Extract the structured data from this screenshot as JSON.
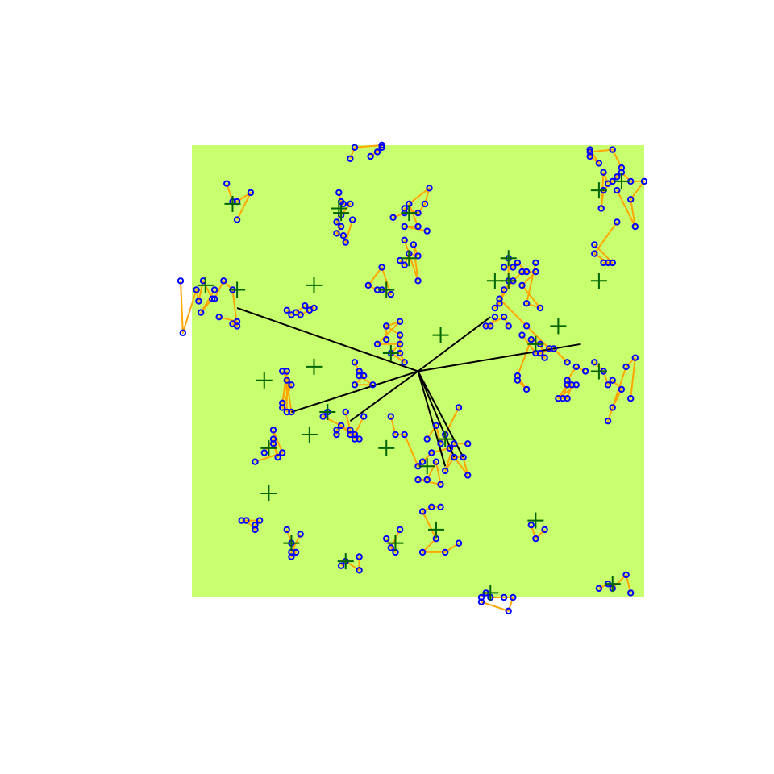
{
  "colors": {
    "background": "#ffffff",
    "window": "#c8ff6e",
    "path": "#ffa500",
    "point": "#0000ff",
    "parent_cross": "#006400",
    "spoke": "#000000"
  },
  "chart_data": {
    "type": "scatter",
    "title": "",
    "xlabel": "",
    "ylabel": "",
    "window_label": "",
    "xlim": [
      0,
      1
    ],
    "ylim": [
      0,
      1
    ],
    "axes_shown": false,
    "grid": false,
    "legend": "none",
    "hub": [
      0.5,
      0.5
    ],
    "clusters": [
      {
        "parent": [
          0.09,
          0.87
        ],
        "points": [
          [
            0.077,
            0.915
          ],
          [
            0.09,
            0.875
          ],
          [
            0.1,
            0.875
          ],
          [
            0.13,
            0.895
          ],
          [
            0.1,
            0.835
          ]
        ]
      },
      {
        "parent": [
          0.325,
          0.86
        ],
        "points": [
          [
            0.35,
            0.97
          ],
          [
            0.36,
            0.995
          ],
          [
            0.42,
            1.0
          ],
          [
            0.41,
            0.985
          ],
          [
            0.42,
            0.995
          ],
          [
            0.395,
            0.975
          ]
        ]
      },
      {
        "parent": [
          0.33,
          0.85
        ],
        "points": [
          [
            0.325,
            0.895
          ],
          [
            0.33,
            0.875
          ],
          [
            0.335,
            0.87
          ],
          [
            0.35,
            0.87
          ],
          [
            0.33,
            0.845
          ],
          [
            0.32,
            0.83
          ],
          [
            0.33,
            0.82
          ],
          [
            0.32,
            0.805
          ],
          [
            0.335,
            0.8
          ],
          [
            0.34,
            0.785
          ],
          [
            0.355,
            0.835
          ]
        ]
      },
      {
        "parent": [
          0.48,
          0.85
        ],
        "points": [
          [
            0.445,
            0.84
          ],
          [
            0.47,
            0.85
          ],
          [
            0.47,
            0.86
          ],
          [
            0.5,
            0.85
          ],
          [
            0.515,
            0.87
          ],
          [
            0.525,
            0.905
          ],
          [
            0.48,
            0.87
          ],
          [
            0.5,
            0.82
          ],
          [
            0.47,
            0.82
          ],
          [
            0.52,
            0.81
          ]
        ]
      },
      {
        "parent": [
          0.48,
          0.75
        ],
        "points": [
          [
            0.46,
            0.745
          ],
          [
            0.47,
            0.735
          ],
          [
            0.48,
            0.76
          ],
          [
            0.5,
            0.755
          ],
          [
            0.49,
            0.78
          ],
          [
            0.5,
            0.7
          ],
          [
            0.47,
            0.79
          ]
        ]
      },
      {
        "parent": [
          0.43,
          0.68
        ],
        "points": [
          [
            0.42,
            0.68
          ],
          [
            0.44,
            0.67
          ],
          [
            0.42,
            0.73
          ],
          [
            0.39,
            0.69
          ],
          [
            0.41,
            0.68
          ]
        ]
      },
      {
        "parent": [
          0.44,
          0.54
        ],
        "points": [
          [
            0.43,
            0.57
          ],
          [
            0.43,
            0.6
          ],
          [
            0.46,
            0.58
          ],
          [
            0.46,
            0.54
          ],
          [
            0.47,
            0.52
          ],
          [
            0.44,
            0.54
          ],
          [
            0.46,
            0.56
          ],
          [
            0.41,
            0.56
          ],
          [
            0.46,
            0.61
          ],
          [
            0.43,
            0.6
          ]
        ]
      },
      {
        "parent": [
          0.27,
          0.51
        ],
        "points": [
          [
            0.36,
            0.52
          ],
          [
            0.37,
            0.5
          ],
          [
            0.38,
            0.49
          ],
          [
            0.36,
            0.47
          ],
          [
            0.4,
            0.47
          ],
          [
            0.37,
            0.49
          ]
        ]
      },
      {
        "parent": [
          0.26,
          0.36
        ],
        "points": [
          [
            0.34,
            0.41
          ],
          [
            0.35,
            0.37
          ],
          [
            0.35,
            0.36
          ],
          [
            0.37,
            0.35
          ],
          [
            0.36,
            0.35
          ],
          [
            0.33,
            0.38
          ],
          [
            0.32,
            0.37
          ],
          [
            0.32,
            0.36
          ]
        ]
      },
      {
        "parent": [
          0.3,
          0.41
        ],
        "points": [
          [
            0.3,
            0.41
          ],
          [
            0.29,
            0.4
          ],
          [
            0.33,
            0.38
          ],
          [
            0.36,
            0.36
          ],
          [
            0.38,
            0.4
          ]
        ]
      },
      {
        "parent": [
          0.16,
          0.48
        ],
        "points": [
          [
            0.2,
            0.5
          ],
          [
            0.22,
            0.47
          ],
          [
            0.2,
            0.42
          ],
          [
            0.22,
            0.41
          ],
          [
            0.21,
            0.48
          ],
          [
            0.2,
            0.43
          ],
          [
            0.21,
            0.5
          ],
          [
            0.21,
            0.41
          ]
        ]
      },
      {
        "parent": [
          0.27,
          0.69
        ],
        "points": [
          [
            0.23,
            0.63
          ],
          [
            0.25,
            0.645
          ],
          [
            0.27,
            0.64
          ],
          [
            0.26,
            0.635
          ],
          [
            0.24,
            0.625
          ],
          [
            0.22,
            0.625
          ],
          [
            0.21,
            0.635
          ]
        ]
      },
      {
        "parent": [
          0.1,
          0.68
        ],
        "points": [
          [
            0.05,
            0.66
          ],
          [
            0.07,
            0.7
          ],
          [
            0.09,
            0.68
          ],
          [
            0.1,
            0.6
          ],
          [
            0.09,
            0.605
          ],
          [
            0.1,
            0.61
          ],
          [
            0.06,
            0.62
          ]
        ]
      },
      {
        "parent": [
          0.03,
          0.69
        ],
        "points": [
          [
            -0.025,
            0.7
          ],
          [
            -0.02,
            0.585
          ],
          [
            0.01,
            0.68
          ],
          [
            0.015,
            0.655
          ],
          [
            0.025,
            0.7
          ],
          [
            0.045,
            0.66
          ],
          [
            0.02,
            0.63
          ],
          [
            0.05,
            0.68
          ]
        ]
      },
      {
        "parent": [
          0.43,
          0.33
        ],
        "points": [
          [
            0.44,
            0.4
          ],
          [
            0.45,
            0.36
          ],
          [
            0.47,
            0.36
          ],
          [
            0.5,
            0.29
          ],
          [
            0.51,
            0.3
          ],
          [
            0.53,
            0.32
          ],
          [
            0.57,
            0.33
          ],
          [
            0.56,
            0.36
          ],
          [
            0.59,
            0.42
          ],
          [
            0.55,
            0.34
          ],
          [
            0.54,
            0.38
          ],
          [
            0.52,
            0.35
          ]
        ]
      },
      {
        "parent": [
          0.56,
          0.35
        ],
        "points": [
          [
            0.58,
            0.31
          ],
          [
            0.61,
            0.27
          ],
          [
            0.6,
            0.31
          ],
          [
            0.58,
            0.31
          ],
          [
            0.56,
            0.28
          ],
          [
            0.58,
            0.34
          ],
          [
            0.61,
            0.34
          ]
        ]
      },
      {
        "parent": [
          0.52,
          0.29
        ],
        "points": [
          [
            0.52,
            0.26
          ],
          [
            0.54,
            0.3
          ],
          [
            0.55,
            0.25
          ],
          [
            0.5,
            0.26
          ],
          [
            0.52,
            0.26
          ]
        ]
      },
      {
        "parent": [
          0.55,
          0.58
        ],
        "points": [
          [
            0.67,
            0.62
          ],
          [
            0.66,
            0.6
          ],
          [
            0.65,
            0.6
          ],
          [
            0.69,
            0.62
          ],
          [
            0.7,
            0.6
          ]
        ]
      },
      {
        "parent": [
          0.67,
          0.7
        ],
        "points": [
          [
            0.7,
            0.75
          ],
          [
            0.7,
            0.7
          ],
          [
            0.71,
            0.7
          ],
          [
            0.67,
            0.64
          ],
          [
            0.68,
            0.65
          ],
          [
            0.69,
            0.68
          ],
          [
            0.73,
            0.72
          ],
          [
            0.76,
            0.72
          ],
          [
            0.73,
            0.69
          ],
          [
            0.77,
            0.64
          ],
          [
            0.74,
            0.65
          ],
          [
            0.76,
            0.74
          ]
        ]
      },
      {
        "parent": [
          0.7,
          0.7
        ],
        "points": [
          [
            0.68,
            0.66
          ],
          [
            0.74,
            0.6
          ],
          [
            0.79,
            0.55
          ],
          [
            0.77,
            0.54
          ],
          [
            0.8,
            0.55
          ],
          [
            0.83,
            0.52
          ]
        ]
      },
      {
        "parent": [
          0.7,
          0.75
        ],
        "points": [
          [
            0.69,
            0.73
          ],
          [
            0.71,
            0.73
          ],
          [
            0.72,
            0.74
          ],
          [
            0.74,
            0.72
          ]
        ]
      },
      {
        "parent": [
          0.9,
          0.9
        ],
        "points": [
          [
            0.92,
            0.915
          ],
          [
            0.91,
            0.94
          ],
          [
            0.905,
            0.86
          ],
          [
            0.91,
            0.9
          ],
          [
            0.94,
            0.93
          ],
          [
            0.93,
            0.92
          ],
          [
            0.95,
            0.95
          ],
          [
            0.93,
            0.99
          ],
          [
            0.88,
            0.985
          ],
          [
            0.88,
            0.975
          ],
          [
            0.9,
            0.96
          ],
          [
            0.88,
            0.99
          ]
        ]
      },
      {
        "parent": [
          0.95,
          0.92
        ],
        "points": [
          [
            0.95,
            0.94
          ],
          [
            0.97,
            0.92
          ],
          [
            1.0,
            0.92
          ],
          [
            0.97,
            0.88
          ],
          [
            0.98,
            0.82
          ],
          [
            0.94,
            0.9
          ]
        ]
      },
      {
        "parent": [
          0.9,
          0.7
        ],
        "points": [
          [
            0.94,
            0.83
          ],
          [
            0.89,
            0.76
          ],
          [
            0.92,
            0.74
          ],
          [
            0.91,
            0.74
          ],
          [
            0.93,
            0.74
          ],
          [
            0.93,
            0.74
          ],
          [
            0.89,
            0.78
          ]
        ]
      },
      {
        "parent": [
          0.81,
          0.6
        ],
        "points": [
          [
            0.87,
            0.5
          ],
          [
            0.85,
            0.51
          ],
          [
            0.83,
            0.48
          ],
          [
            0.84,
            0.47
          ],
          [
            0.83,
            0.44
          ],
          [
            0.82,
            0.44
          ],
          [
            0.83,
            0.47
          ],
          [
            0.81,
            0.44
          ],
          [
            0.85,
            0.47
          ]
        ]
      },
      {
        "parent": [
          0.9,
          0.5
        ],
        "points": [
          [
            0.89,
            0.52
          ],
          [
            0.91,
            0.5
          ],
          [
            0.92,
            0.47
          ],
          [
            0.93,
            0.48
          ],
          [
            0.95,
            0.46
          ],
          [
            0.93,
            0.42
          ],
          [
            0.92,
            0.39
          ],
          [
            0.96,
            0.51
          ],
          [
            0.98,
            0.53
          ],
          [
            0.97,
            0.44
          ]
        ]
      },
      {
        "parent": [
          0.76,
          0.56
        ],
        "points": [
          [
            0.73,
            0.58
          ],
          [
            0.76,
            0.54
          ],
          [
            0.78,
            0.53
          ],
          [
            0.77,
            0.56
          ],
          [
            0.75,
            0.57
          ],
          [
            0.72,
            0.49
          ],
          [
            0.74,
            0.46
          ],
          [
            0.72,
            0.48
          ]
        ]
      },
      {
        "parent": [
          0.76,
          0.17
        ],
        "points": [
          [
            0.75,
            0.16
          ],
          [
            0.76,
            0.13
          ],
          [
            0.78,
            0.15
          ]
        ]
      },
      {
        "parent": [
          0.54,
          0.15
        ],
        "points": [
          [
            0.55,
            0.2
          ],
          [
            0.53,
            0.2
          ],
          [
            0.51,
            0.19
          ],
          [
            0.54,
            0.13
          ],
          [
            0.51,
            0.1
          ],
          [
            0.56,
            0.1
          ],
          [
            0.59,
            0.12
          ]
        ]
      },
      {
        "parent": [
          0.45,
          0.12
        ],
        "points": [
          [
            0.43,
            0.13
          ],
          [
            0.45,
            0.1
          ],
          [
            0.44,
            0.11
          ],
          [
            0.46,
            0.15
          ]
        ]
      },
      {
        "parent": [
          0.34,
          0.08
        ],
        "points": [
          [
            0.33,
            0.07
          ],
          [
            0.34,
            0.08
          ],
          [
            0.37,
            0.06
          ],
          [
            0.37,
            0.09
          ]
        ]
      },
      {
        "parent": [
          0.22,
          0.12
        ],
        "points": [
          [
            0.21,
            0.15
          ],
          [
            0.22,
            0.12
          ],
          [
            0.23,
            0.1
          ],
          [
            0.22,
            0.09
          ],
          [
            0.22,
            0.1
          ],
          [
            0.24,
            0.14
          ]
        ]
      },
      {
        "parent": [
          0.17,
          0.33
        ],
        "points": [
          [
            0.16,
            0.32
          ],
          [
            0.18,
            0.35
          ],
          [
            0.18,
            0.34
          ],
          [
            0.19,
            0.31
          ],
          [
            0.18,
            0.37
          ],
          [
            0.2,
            0.32
          ],
          [
            0.14,
            0.3
          ]
        ]
      },
      {
        "parent": [
          0.17,
          0.23
        ],
        "points": [
          [
            0.12,
            0.17
          ],
          [
            0.14,
            0.15
          ],
          [
            0.14,
            0.16
          ],
          [
            0.15,
            0.17
          ],
          [
            0.11,
            0.17
          ]
        ]
      },
      {
        "parent": [
          0.66,
          0.01
        ],
        "points": [
          [
            0.64,
            0.0
          ],
          [
            0.65,
            0.01
          ],
          [
            0.66,
            0.0
          ],
          [
            0.69,
            0.0
          ],
          [
            0.71,
            0.0
          ],
          [
            0.7,
            -0.03
          ],
          [
            0.64,
            -0.01
          ]
        ]
      },
      {
        "parent": [
          0.93,
          0.03
        ],
        "points": [
          [
            0.9,
            0.02
          ],
          [
            0.92,
            0.03
          ],
          [
            0.93,
            0.02
          ],
          [
            0.96,
            0.05
          ],
          [
            0.97,
            0.01
          ]
        ]
      }
    ],
    "spokes": [
      [
        0.1,
        0.64
      ],
      [
        0.22,
        0.41
      ],
      [
        0.35,
        0.39
      ],
      [
        0.66,
        0.62
      ],
      [
        0.86,
        0.56
      ],
      [
        0.6,
        0.31
      ],
      [
        0.58,
        0.31
      ],
      [
        0.56,
        0.29
      ]
    ]
  }
}
